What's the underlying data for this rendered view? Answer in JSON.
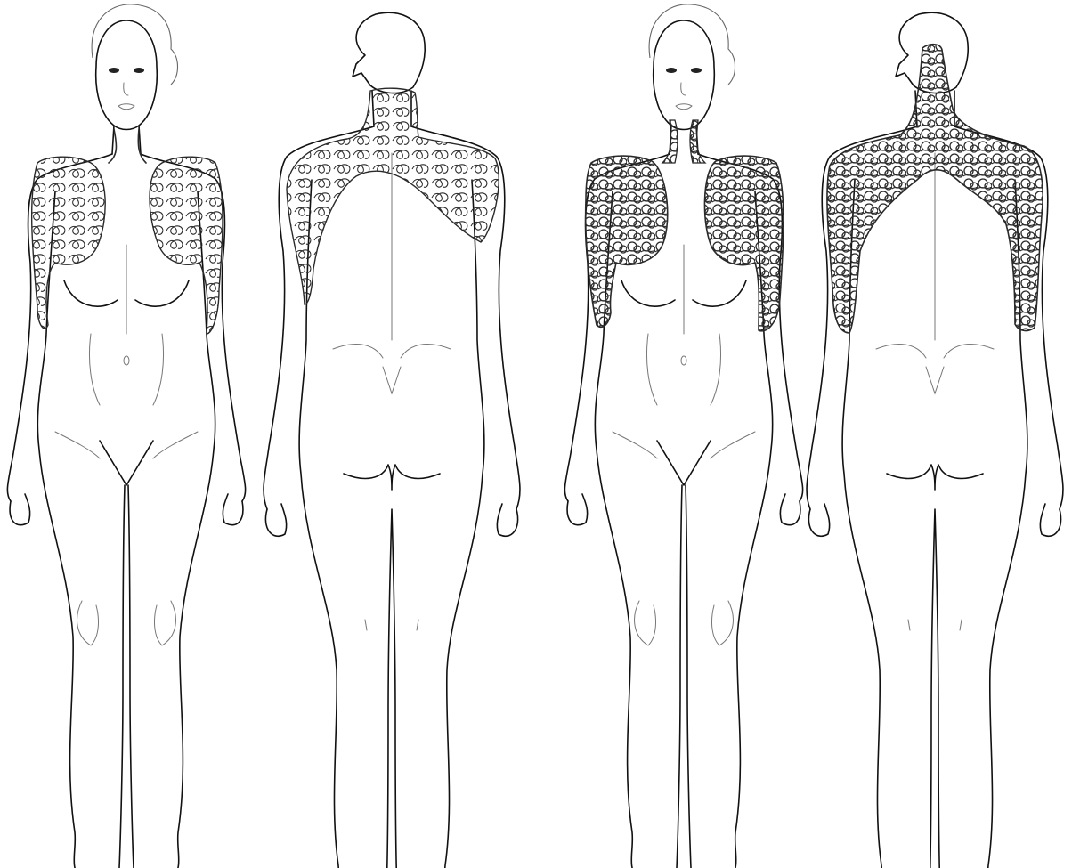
{
  "figures": [
    {
      "id": "front-1",
      "view": "front",
      "density": "light"
    },
    {
      "id": "back-1",
      "view": "back",
      "density": "light"
    },
    {
      "id": "front-2",
      "view": "front",
      "density": "dense"
    },
    {
      "id": "back-2",
      "view": "back",
      "density": "dense"
    }
  ],
  "colors": {
    "background": "#ffffff",
    "outline": "#111111",
    "scribble": "#2a2a2a"
  },
  "icons": {
    "figure": "human-body-outline",
    "marking": "pain-scribble"
  }
}
